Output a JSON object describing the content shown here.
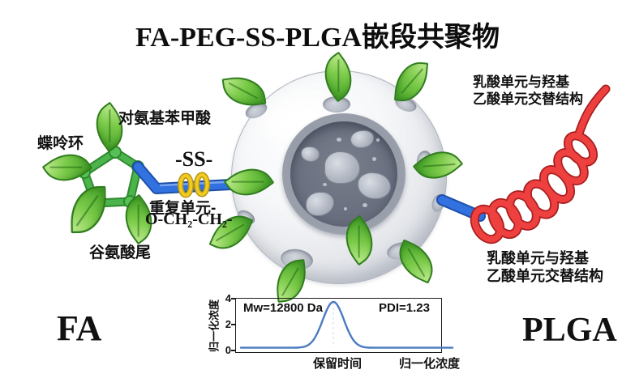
{
  "title": "FA-PEG-SS-PLGA嵌段共聚物",
  "molecule": {
    "pterin_ring_label": "蝶呤环",
    "paba_label": "对氨基苯甲酸",
    "glutamic_tail_label": "谷氨酸尾",
    "fa_label": "FA"
  },
  "linker": {
    "ss_label": "-SS-",
    "repeat_unit_label": "重复单元-",
    "repeat_unit_formula": "O-CH₂-CH₂-"
  },
  "plga": {
    "label": "PLGA",
    "structure_note_top_line1": "乳酸单元与羟基",
    "structure_note_top_line2": "乙酸单元交替结构",
    "structure_note_bottom_line1": "乳酸单元与羟基",
    "structure_note_bottom_line2": "乙酸单元交替结构"
  },
  "chart_data": {
    "type": "line",
    "xlabel": "保留时间",
    "ylabel": "归一化浓度",
    "secondary_xlabel": "归一化浓度",
    "annotations": {
      "mw": "Mw=12800 Da",
      "pdi": "PDI=1.23"
    },
    "yticks": [
      0,
      2,
      4
    ],
    "ytick_labels": [
      "0",
      "2",
      "4"
    ],
    "ylim": [
      0,
      4.4
    ],
    "grid": false,
    "legend": "none",
    "curve": {
      "baseline": 0.06,
      "peak_height": 3.94,
      "peak_center": 0.437,
      "peak_sigma": 0.05
    },
    "samples": [
      [
        0.0,
        0.06
      ],
      [
        0.1,
        0.06
      ],
      [
        0.2,
        0.06
      ],
      [
        0.3,
        0.15
      ],
      [
        0.35,
        0.93
      ],
      [
        0.4,
        3.05
      ],
      [
        0.437,
        4.0
      ],
      [
        0.47,
        3.22
      ],
      [
        0.52,
        1.05
      ],
      [
        0.6,
        0.08
      ],
      [
        0.7,
        0.06
      ],
      [
        0.85,
        0.06
      ],
      [
        1.0,
        0.06
      ]
    ]
  },
  "colors": {
    "leaf_green": "#6ec83f",
    "leaf_outline": "#2e7d1c",
    "bond_green": "#43a843",
    "peg_blue": "#2b66d4",
    "ss_yellow": "#edc51d",
    "plga_red": "#e23434",
    "sphere_gray": "#e8eaee",
    "crater_gray": "#666c79",
    "curve_blue": "#4a7bc0",
    "text_black": "#111111"
  }
}
